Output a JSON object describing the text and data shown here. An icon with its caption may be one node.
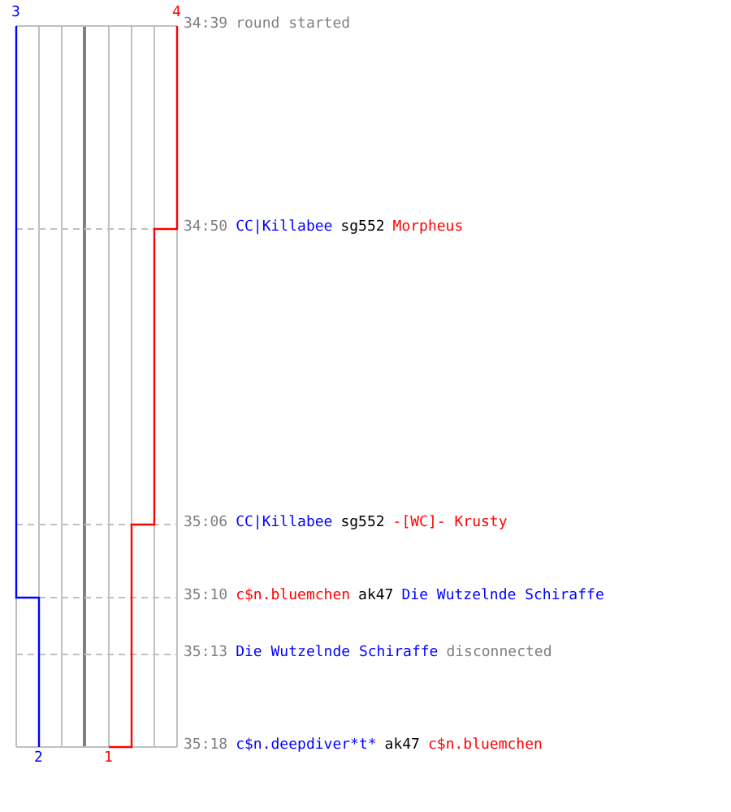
{
  "diagram": {
    "labels": [
      "3",
      "4",
      "34:39",
      "round started",
      "34:50",
      "CC|Killabee",
      "sg552",
      "Morpheus",
      "35:06",
      "CC|Killabee",
      "sg552",
      "-[WC]- Krusty",
      "35:10",
      "c$n.bluemchen",
      "ak47",
      "Die Wutzelnde Schiraffe",
      "35:13",
      "Die Wutzelnde Schiraffe",
      "disconnected",
      "35:18",
      "c$n.deepdiver*t*",
      "ak47",
      "c$n.bluemchen",
      "2",
      "1"
    ]
  }
}
